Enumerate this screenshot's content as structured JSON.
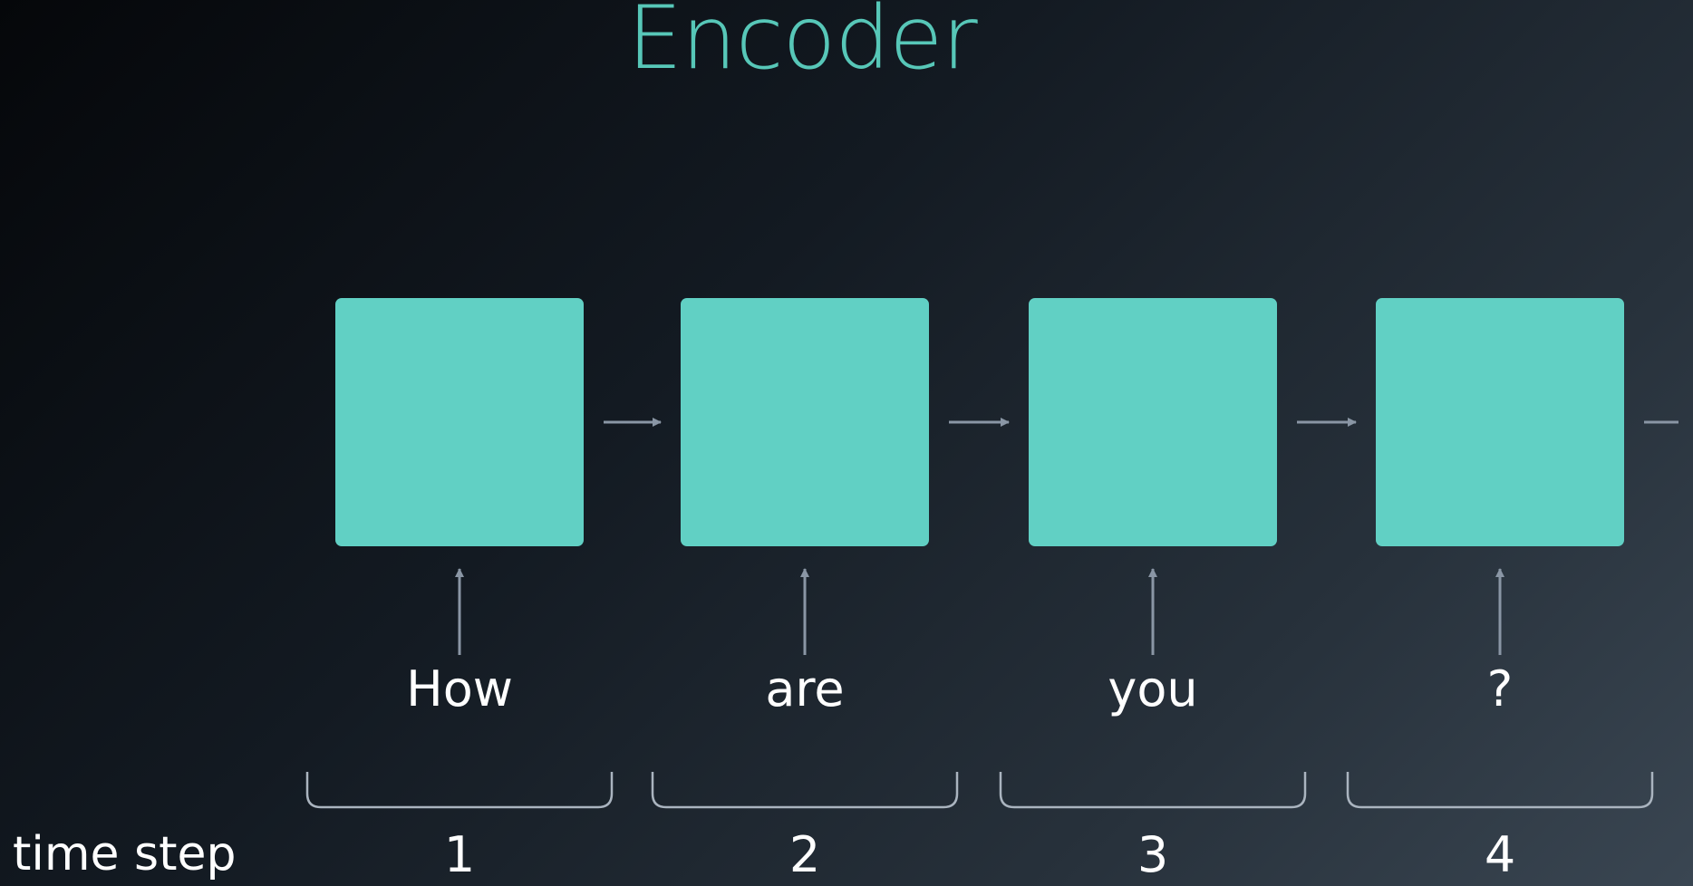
{
  "title": "Encoder",
  "axis_label": "time step",
  "steps": [
    {
      "word": "How",
      "number": "1"
    },
    {
      "word": "are",
      "number": "2"
    },
    {
      "word": "you",
      "number": "3"
    },
    {
      "word": "?",
      "number": "4"
    }
  ],
  "colors": {
    "accent": "#61d0c4",
    "title": "#57c7b8",
    "arrow": "#8a96a5",
    "bracket": "#aab4bf",
    "text": "#ffffff"
  },
  "icons": {
    "arrow_right": "arrow-right-icon",
    "arrow_up": "arrow-up-icon",
    "bracket": "bracket-icon"
  }
}
